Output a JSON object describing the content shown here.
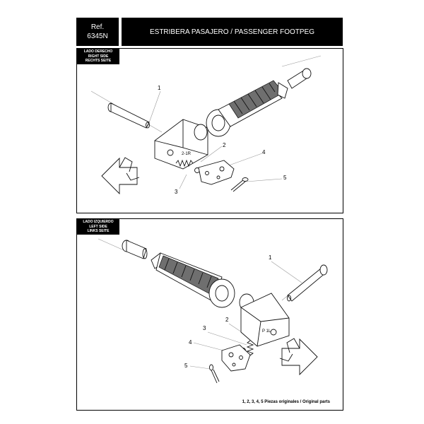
{
  "header": {
    "ref_label": "Ref.",
    "ref_number": "6345N",
    "title": "ESTRIBERA PASAJERO / PASSENGER FOOTPEG"
  },
  "panels": {
    "right": {
      "side_label": [
        "LADO DERECHO",
        "RIGHT SIDE",
        "RECHTS SEITE"
      ],
      "callouts": [
        "1",
        "2",
        "3",
        "4",
        "5"
      ],
      "stamp": "2-1R"
    },
    "left": {
      "side_label": [
        "LADO IZQUIERDO",
        "LEFT SIDE",
        "LINKS SEITE"
      ],
      "callouts": [
        "1",
        "2",
        "3",
        "4",
        "5"
      ],
      "stamp": "P 1L",
      "footer_note": "1, 2, 3, 4, 5  Piezas originales / Original parts"
    }
  }
}
